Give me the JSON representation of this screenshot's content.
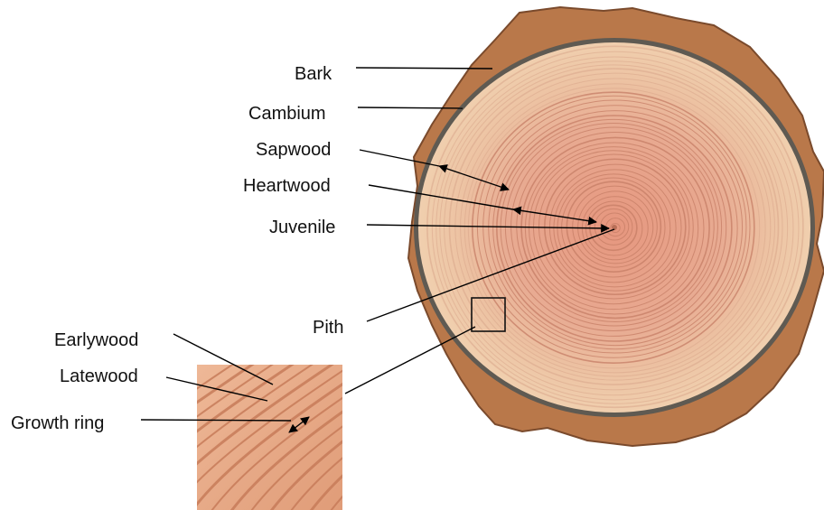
{
  "labels": {
    "bark": "Bark",
    "cambium": "Cambium",
    "sapwood": "Sapwood",
    "heartwood": "Heartwood",
    "juvenile": "Juvenile",
    "pith": "Pith",
    "earlywood": "Earlywood",
    "latewood": "Latewood",
    "growth_ring": "Growth ring"
  },
  "colors": {
    "bark": "#b9784a",
    "bark_dark": "#7a4a2c",
    "cambium": "#5f5a52",
    "sapwood": "#ecc8a6",
    "heartwood": "#e7a68d",
    "ring_line": "#c57d66",
    "zoom_bg": "#e9ac8a",
    "zoom_line": "#c77b59",
    "leader": "#000000"
  }
}
